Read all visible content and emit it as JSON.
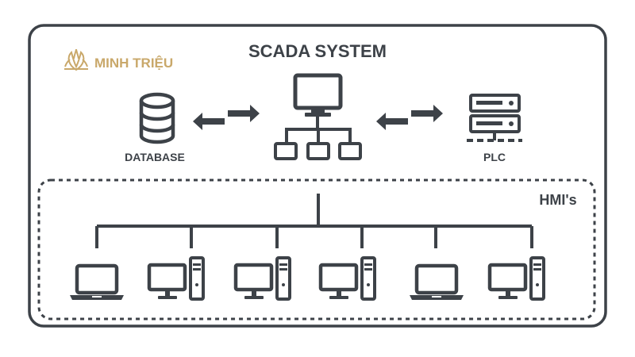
{
  "title": "SCADA SYSTEM",
  "brand": {
    "name": "MINH TRIỆU",
    "logo_icon": "lotus-logo-icon",
    "color": "#c9a86a"
  },
  "nodes": {
    "database": {
      "label": "DATABASE",
      "icon": "database-icon"
    },
    "scada": {
      "label": "",
      "icon": "network-monitor-icon"
    },
    "plc": {
      "label": "PLC",
      "icon": "server-rack-icon"
    }
  },
  "hmi_group": {
    "label": "HMI's",
    "devices": [
      {
        "icon": "laptop-icon"
      },
      {
        "icon": "desktop-computer-icon"
      },
      {
        "icon": "desktop-computer-icon"
      },
      {
        "icon": "desktop-computer-icon"
      },
      {
        "icon": "laptop-icon"
      },
      {
        "icon": "desktop-computer-icon"
      }
    ]
  },
  "connectors": {
    "icon": "bidirectional-arrows-icon"
  },
  "colors": {
    "stroke": "#3d4248",
    "background": "#ffffff",
    "brand": "#c9a86a"
  }
}
